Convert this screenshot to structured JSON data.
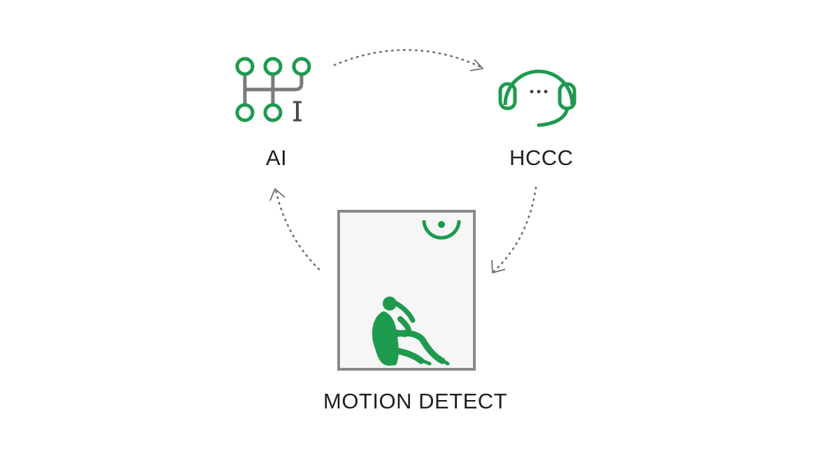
{
  "nodes": {
    "ai": {
      "label": "AI",
      "icon": "gear-shift-icon"
    },
    "hccc": {
      "label": "HCCC",
      "icon": "headset-icon"
    },
    "motion": {
      "label": "MOTION DETECT",
      "icon": "room-sensor-icon"
    }
  },
  "colors": {
    "accent": "#1e9a4f",
    "line": "#6f6f6f",
    "frame": "#8a8a8a",
    "text": "#1f1f1f"
  }
}
